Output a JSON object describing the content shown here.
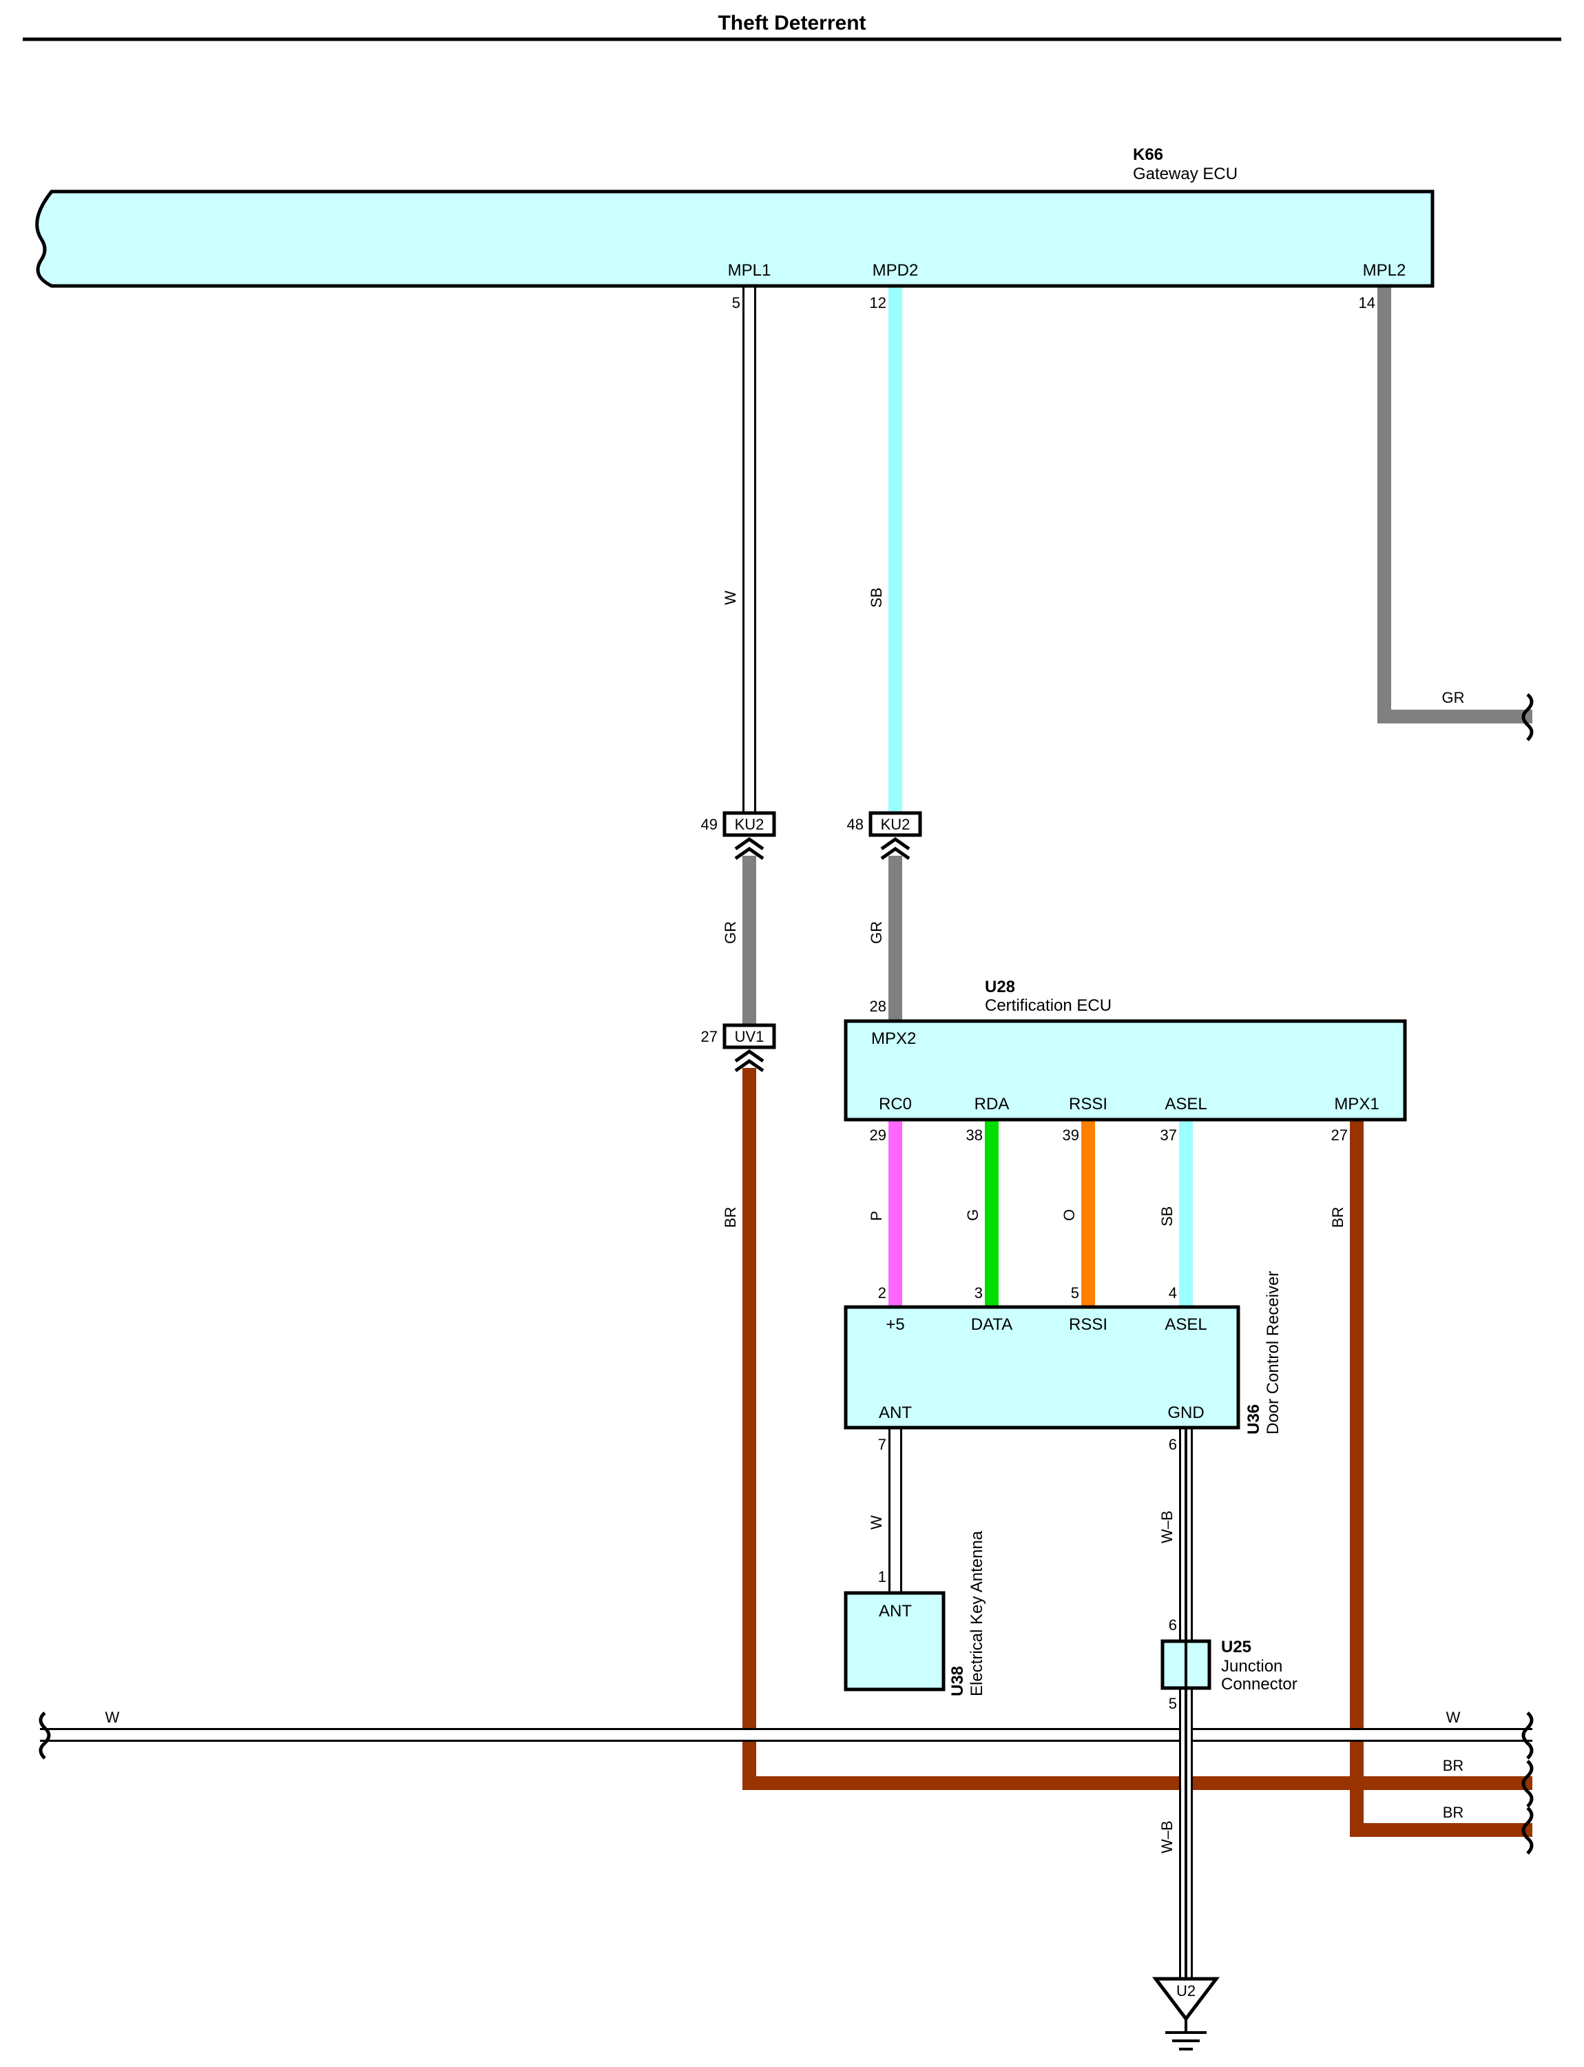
{
  "page": {
    "title": "Theft Deterrent"
  },
  "components": {
    "k66": {
      "id": "K66",
      "name": "Gateway ECU",
      "pins": {
        "mpl1": "MPL1",
        "mpd2": "MPD2",
        "mpl2": "MPL2"
      },
      "pin_nums": {
        "mpl1": "5",
        "mpd2": "12",
        "mpl2": "14"
      }
    },
    "u28": {
      "id": "U28",
      "name": "Certification ECU",
      "pins": {
        "mpx2": "MPX2",
        "rc0": "RC0",
        "rda": "RDA",
        "rssi": "RSSI",
        "asel": "ASEL",
        "mpx1": "MPX1"
      },
      "pin_nums": {
        "mpx2": "28",
        "rc0": "29",
        "rda": "38",
        "rssi": "39",
        "asel": "37",
        "mpx1": "27"
      }
    },
    "u36": {
      "id": "U36",
      "name": "Door Control Receiver",
      "pins": {
        "p5": "+5",
        "data": "DATA",
        "rssi": "RSSI",
        "asel": "ASEL",
        "ant": "ANT",
        "gnd": "GND"
      },
      "pin_nums": {
        "p5": "2",
        "data": "3",
        "rssi": "5",
        "asel": "4",
        "ant": "7",
        "gnd": "6"
      }
    },
    "u38": {
      "id": "U38",
      "name": "Electrical Key Antenna",
      "pins": {
        "ant": "ANT"
      },
      "pin_nums": {
        "ant": "1"
      }
    },
    "u25": {
      "id": "U25",
      "name_line1": "Junction",
      "name_line2": "Connector",
      "pin_nums": {
        "top": "6",
        "bottom": "5"
      }
    },
    "u2": {
      "id": "U2"
    }
  },
  "connectors": {
    "ku2_a": {
      "id": "KU2",
      "pin": "49"
    },
    "ku2_b": {
      "id": "KU2",
      "pin": "48"
    },
    "uv1": {
      "id": "UV1",
      "pin": "27"
    }
  },
  "wire_labels": {
    "mpl1": "W",
    "mpd2": "SB",
    "mpl2": "GR",
    "ku2a_uv1": "GR",
    "ku2b_mpx2": "GR",
    "uv1_down": "BR",
    "rc0": "P",
    "rda": "G",
    "rssi": "O",
    "asel": "SB",
    "mpx1": "BR",
    "ant": "W",
    "gnd_top": "W–B",
    "gnd_bottom": "W–B",
    "bus_w_left": "W",
    "bus_w_right": "W",
    "bus_br1": "BR",
    "bus_br2": "BR"
  },
  "colors": {
    "component_fill": "#ccffff",
    "W": "#ffffff",
    "SB": "#99ffff",
    "GR": "#808080",
    "BR": "#993300",
    "P": "#ff66ff",
    "G": "#00dd00",
    "O": "#ff8000",
    "W-B": "#ffffff"
  }
}
